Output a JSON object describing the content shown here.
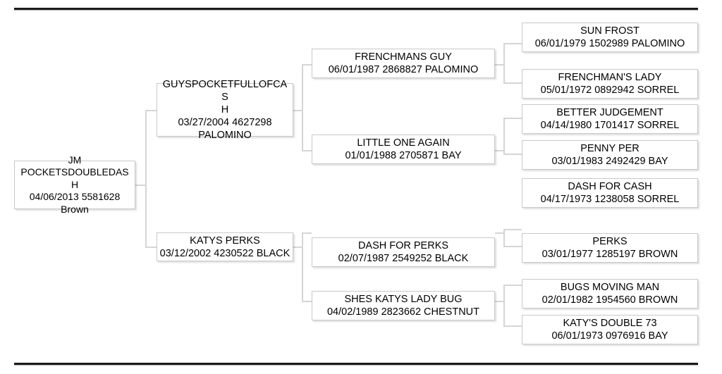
{
  "chart": {
    "type": "pedigree-tree",
    "title": "",
    "generations": 4
  },
  "nodes": {
    "subject": {
      "name": "JM POCKETSDOUBLEDASH",
      "name_line1": "JM",
      "name_line2": "POCKETSDOUBLEDAS",
      "name_line3": "H",
      "details": "04/06/2013 5581628",
      "color": "Brown"
    },
    "sire": {
      "name_line1": "GUYSPOCKETFULLOFCAS",
      "name_line2": "H",
      "details": "03/27/2004 4627298",
      "color": "PALOMINO"
    },
    "dam": {
      "name": "KATYS PERKS",
      "details": "03/12/2002 4230522 BLACK"
    },
    "sire_sire": {
      "name": "FRENCHMANS GUY",
      "details": "06/01/1987 2868827 PALOMINO"
    },
    "sire_dam": {
      "name": "LITTLE ONE AGAIN",
      "details": "01/01/1988 2705871 BAY"
    },
    "dam_sire": {
      "name": "DASH FOR PERKS",
      "details": "02/07/1987 2549252 BLACK"
    },
    "dam_dam": {
      "name": "SHES KATYS LADY BUG",
      "details": "04/02/1989 2823662 CHESTNUT"
    },
    "g4_1": {
      "name": "SUN FROST",
      "details": "06/01/1979 1502989 PALOMINO"
    },
    "g4_2": {
      "name": "FRENCHMAN'S LADY",
      "details": "05/01/1972 0892942 SORREL"
    },
    "g4_3": {
      "name": "BETTER JUDGEMENT",
      "details": "04/14/1980 1701417 SORREL"
    },
    "g4_4": {
      "name": "PENNY PER",
      "details": "03/01/1983 2492429 BAY"
    },
    "g4_5": {
      "name": "DASH FOR CASH",
      "details": "04/17/1973 1238058 SORREL"
    },
    "g4_6": {
      "name": "PERKS",
      "details": "03/01/1977 1285197 BROWN"
    },
    "g4_7": {
      "name": "BUGS MOVING MAN",
      "details": "02/01/1982 1954560 BROWN"
    },
    "g4_8": {
      "name": "KATY'S DOUBLE    73",
      "details": "06/01/1973 0976916 BAY"
    }
  }
}
